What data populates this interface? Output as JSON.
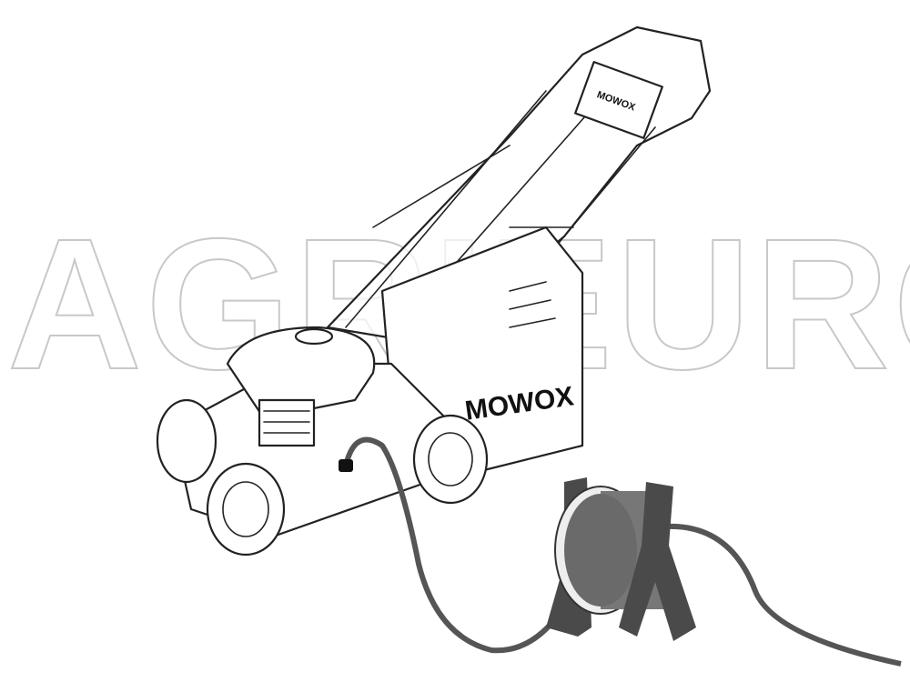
{
  "watermark": {
    "text": "AGRIEURO",
    "color": "#c8c8c8"
  },
  "product": {
    "brand_logo": "MOWOX",
    "subject": "lawnmower-with-cable-reel",
    "colors": {
      "line": "#222222",
      "reel": "#4a4a4a",
      "cable": "#555555",
      "background": "#ffffff"
    }
  }
}
